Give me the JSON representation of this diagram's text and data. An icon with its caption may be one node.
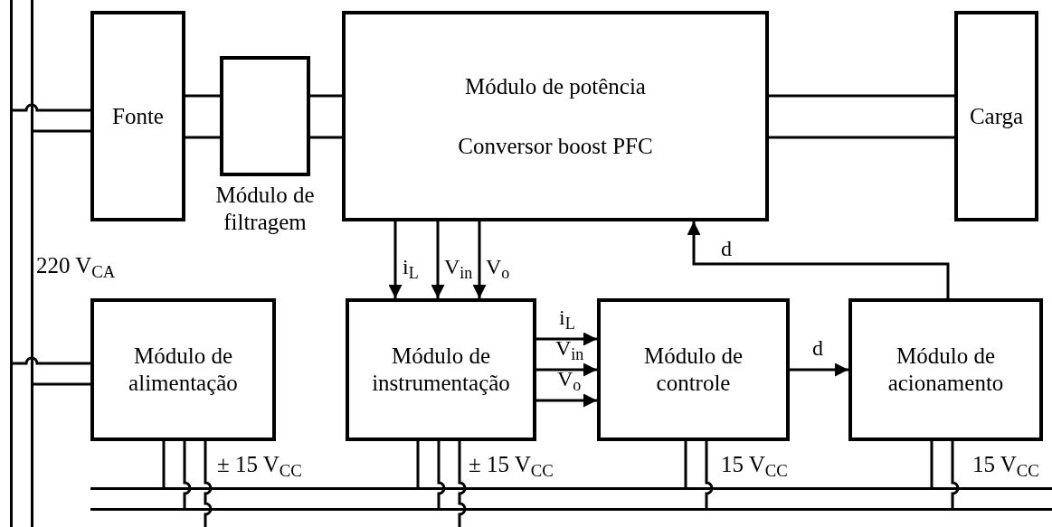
{
  "diagram": {
    "nodes": [
      {
        "text": [
          "Fonte"
        ]
      },
      {
        "text": [
          "Módulo de filtragem"
        ]
      },
      {
        "text": [
          "Módulo de potência",
          "Conversor boost PFC"
        ]
      },
      {
        "text": [
          "Carga"
        ]
      },
      {
        "text": [
          "Módulo de alimentação"
        ]
      },
      {
        "text": [
          "Módulo de instrumentação"
        ]
      },
      {
        "text": [
          "Módulo de controle"
        ]
      },
      {
        "text": [
          "Módulo de acionamento"
        ]
      },
      {
        "text": [],
        "shape": "bar"
      },
      {
        "text": [],
        "shape": "bar"
      },
      {
        "text": [],
        "shape": "bar"
      },
      {
        "text": [],
        "shape": "bar"
      }
    ],
    "edges": [
      {
        "from": 0,
        "to": 1,
        "arrow": "none"
      },
      {
        "from": 0,
        "to": 1,
        "arrow": "none"
      },
      {
        "from": 1,
        "to": 2,
        "arrow": "none"
      },
      {
        "from": 1,
        "to": 2,
        "arrow": "none"
      },
      {
        "from": 2,
        "to": 3,
        "arrow": "none"
      },
      {
        "from": 2,
        "to": 3,
        "arrow": "none"
      },
      {
        "from": 2,
        "to": 5,
        "arrow": "to",
        "label": "i$_{L}$"
      },
      {
        "from": 2,
        "to": 5,
        "arrow": "to",
        "label": "V$_{in}$"
      },
      {
        "from": 2,
        "to": 5,
        "arrow": "to",
        "label": "V$_{o}$"
      },
      {
        "from": 5,
        "to": 6,
        "arrow": "to",
        "label": "i$_{L}$"
      },
      {
        "from": 5,
        "to": 6,
        "arrow": "to",
        "label": "V$_{in}$"
      },
      {
        "from": 5,
        "to": 6,
        "arrow": "to",
        "label": "V$_{o}$"
      },
      {
        "from": 6,
        "to": 7,
        "arrow": "to",
        "label": "d"
      },
      {
        "from": 7,
        "to": 2,
        "arrow": "to",
        "label": "d"
      },
      {
        "from": 8,
        "to": 0,
        "arrow": "none"
      },
      {
        "from": 9,
        "to": 0,
        "arrow": "none"
      },
      {
        "from": 8,
        "to": 4,
        "arrow": "none"
      },
      {
        "from": 9,
        "to": 4,
        "arrow": "none"
      },
      {
        "from": 4,
        "to": 10,
        "arrow": "none"
      },
      {
        "from": 4,
        "to": 11,
        "arrow": "none"
      },
      {
        "from": 4,
        "to": null,
        "arrow": "none"
      },
      {
        "from": 5,
        "to": 10,
        "arrow": "none"
      },
      {
        "from": 5,
        "to": 11,
        "arrow": "none"
      },
      {
        "from": 5,
        "to": null,
        "arrow": "none"
      },
      {
        "from": 6,
        "to": 10,
        "arrow": "none"
      },
      {
        "from": 6,
        "to": 11,
        "arrow": "none"
      },
      {
        "from": 7,
        "to": 10,
        "arrow": "none"
      },
      {
        "from": 7,
        "to": 11,
        "arrow": "none"
      }
    ],
    "labels": [
      "220 V$_{CA}$",
      "± 15 V$_{CC}$",
      "± 15 V$_{CC}$",
      "15 V$_{CC}$",
      "15 V$_{CC}$"
    ]
  }
}
